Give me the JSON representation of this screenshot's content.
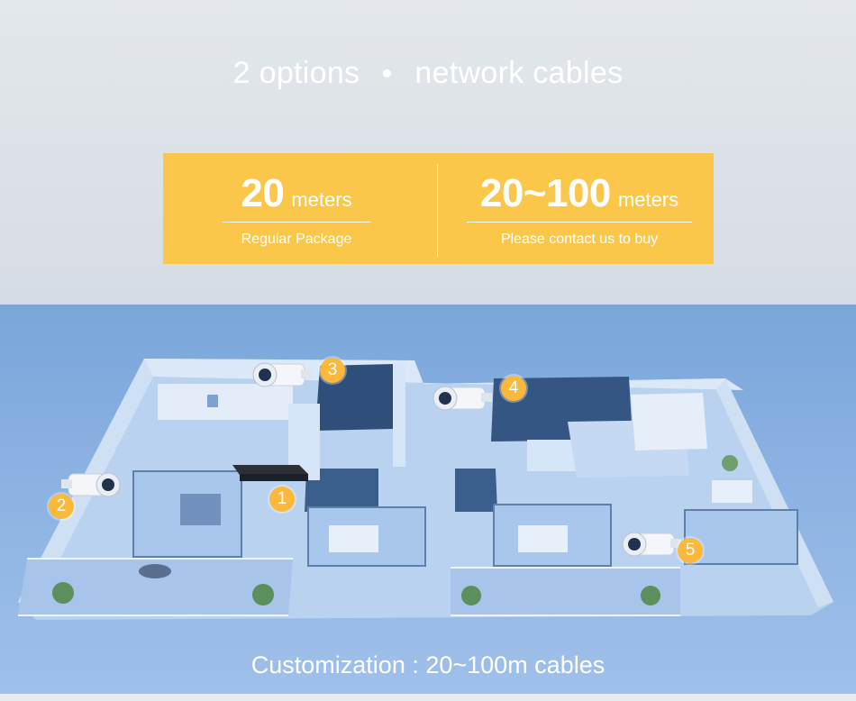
{
  "headline": {
    "left": "2 options",
    "right": "network cables"
  },
  "options": [
    {
      "value": "20",
      "unit": "meters",
      "label": "Regular Package"
    },
    {
      "value": "20~100",
      "unit": "meters",
      "label": "Please contact us to buy"
    }
  ],
  "markers": [
    "1",
    "2",
    "3",
    "4",
    "5"
  ],
  "caption": "Customization : 20~100m cables",
  "colors": {
    "panel": "#fbc74a",
    "marker": "#fbb83a",
    "scene": "#8fb5e4",
    "text": "#ffffff"
  },
  "icons": [
    "security-camera-icon",
    "nvr-recorder-icon"
  ]
}
